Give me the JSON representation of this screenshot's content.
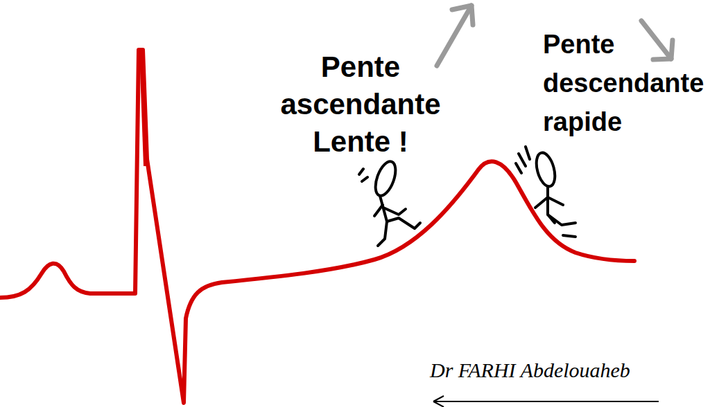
{
  "diagram": {
    "labels": [
      "Pente ascendante Lente !",
      "Pente descendante rapide",
      "Dr FARHI Abdelouaheb"
    ]
  }
}
